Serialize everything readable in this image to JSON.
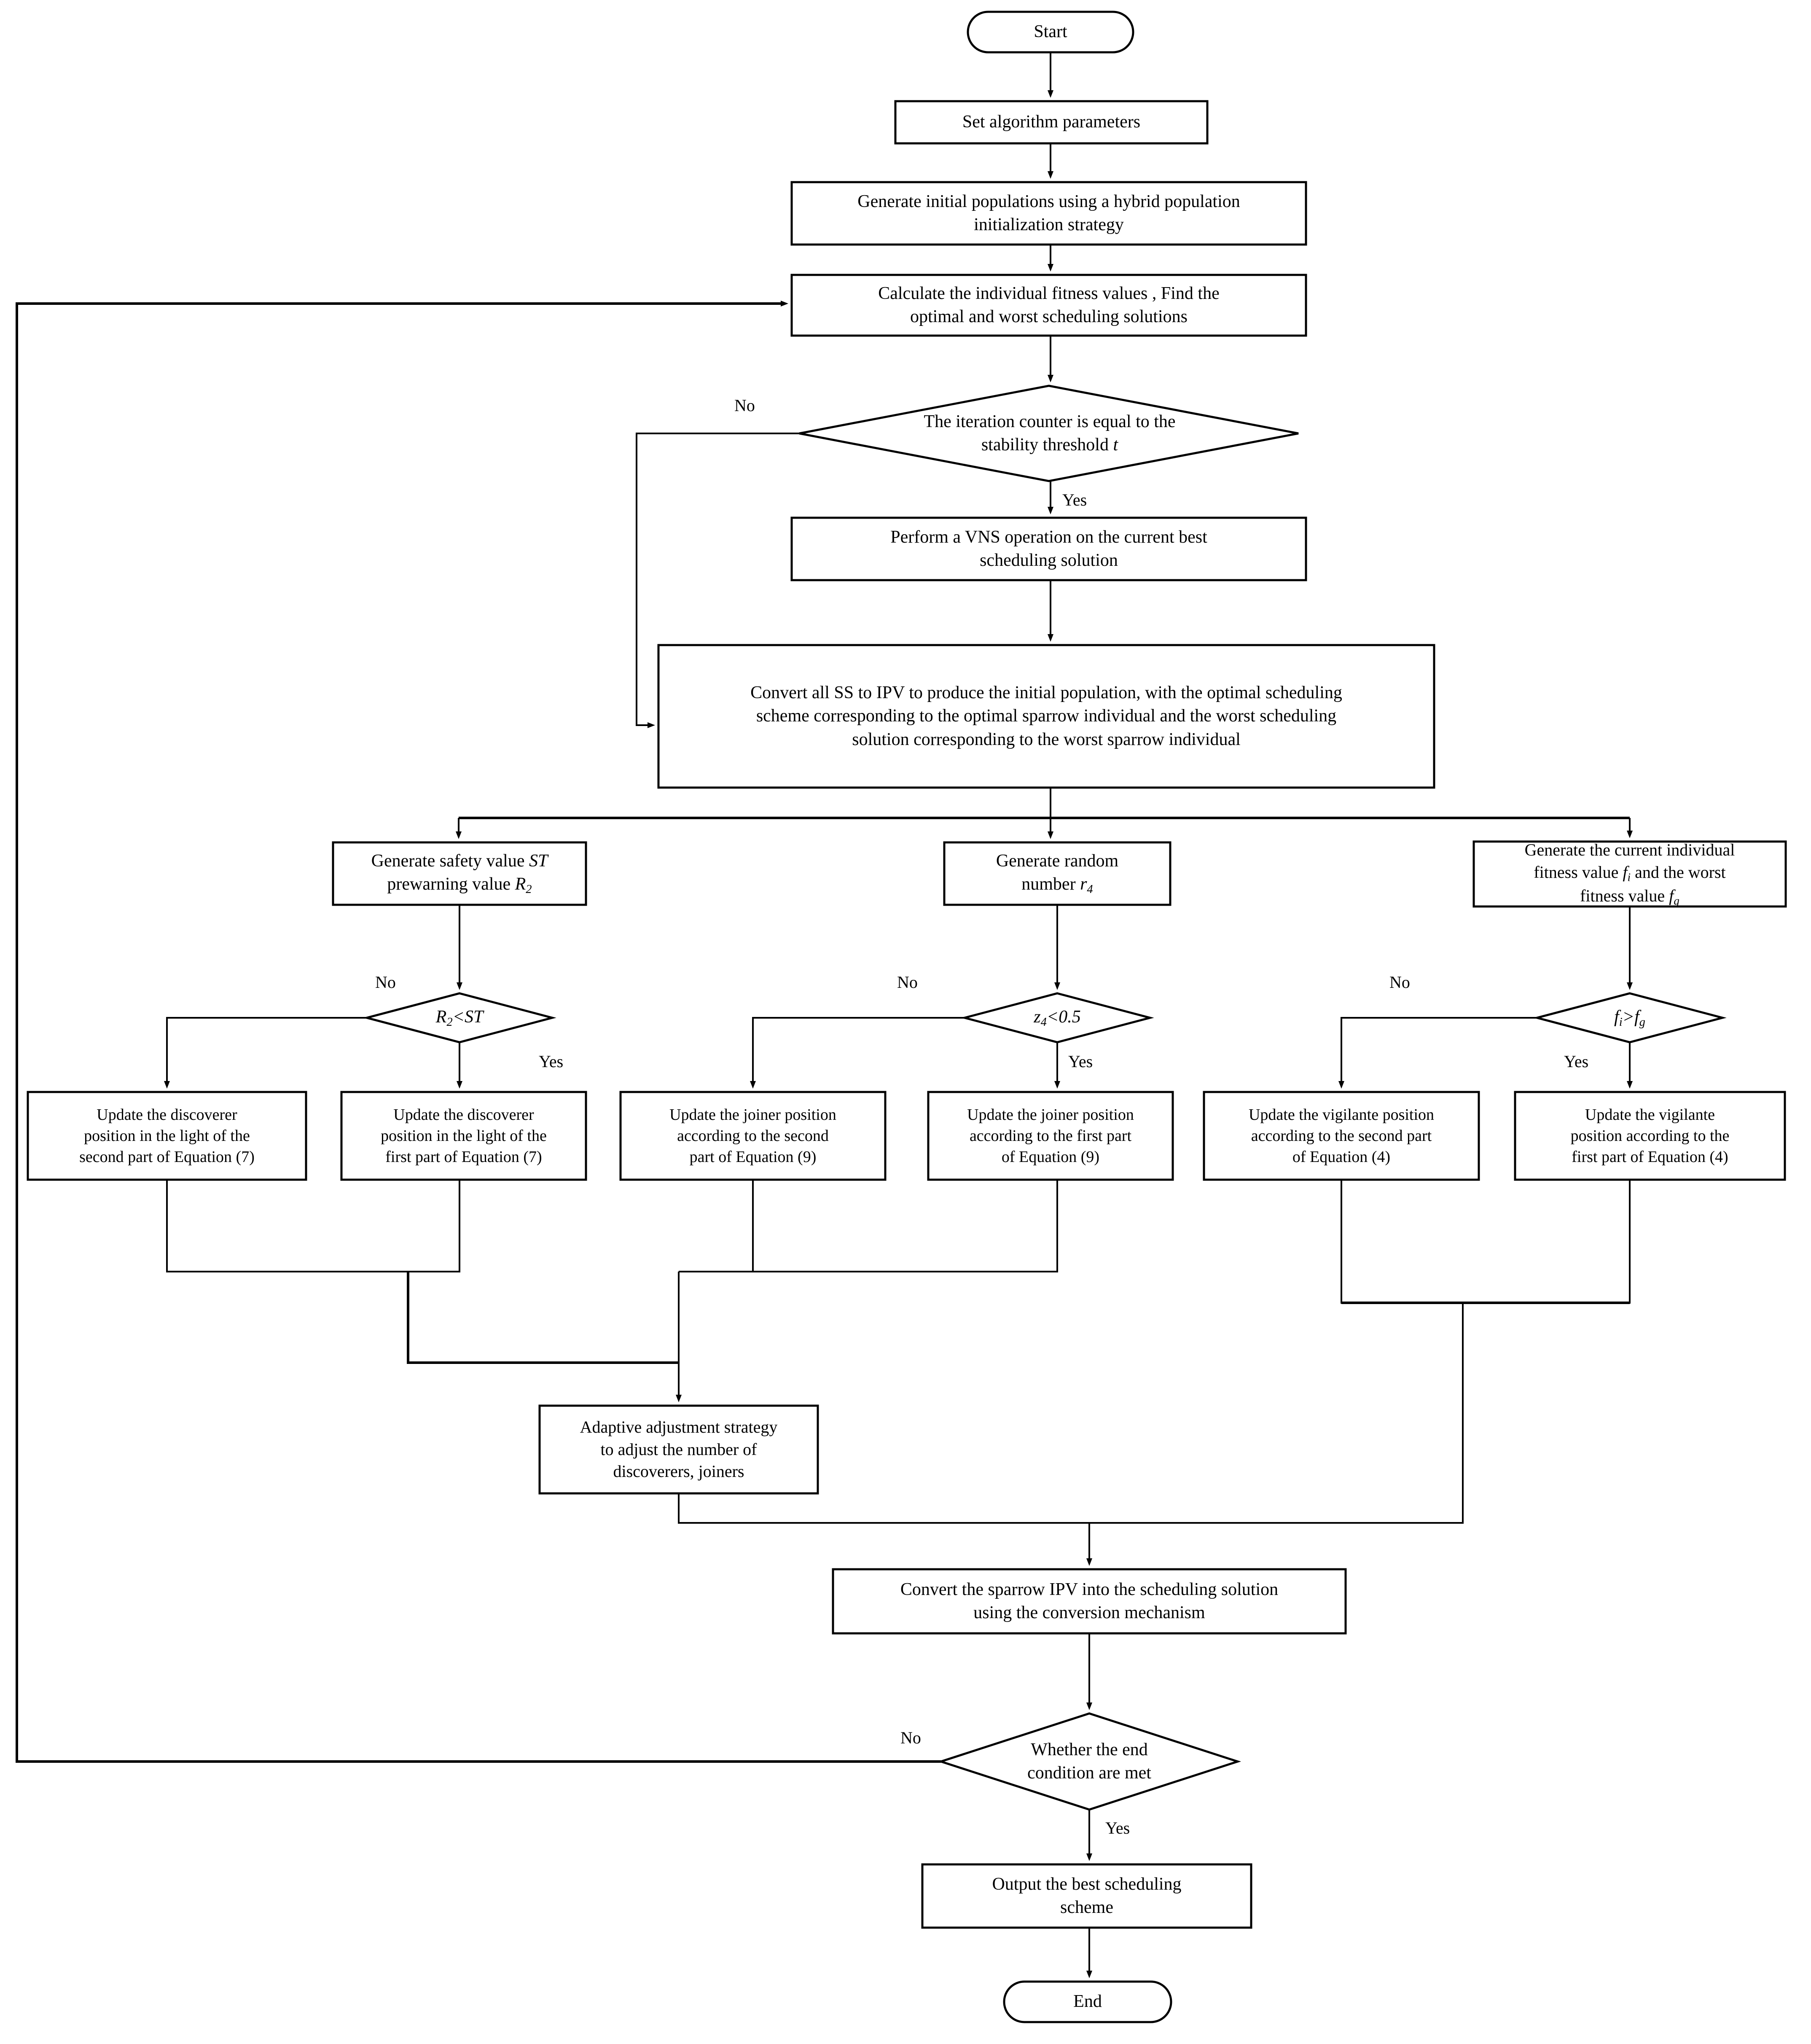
{
  "diagram": {
    "title": "Algorithm flowchart",
    "stroke_color": "#000000",
    "fill_color": "#ffffff",
    "nodes": [
      {
        "id": "start",
        "shape": "terminator",
        "text": "Start"
      },
      {
        "id": "set-params",
        "shape": "process",
        "text": "Set algorithm parameters"
      },
      {
        "id": "gen-init-pop",
        "shape": "process",
        "line1": "Generate initial populations using a hybrid population",
        "line2": "initialization strategy"
      },
      {
        "id": "calc-fitness",
        "shape": "process",
        "line1": "Calculate the individual fitness values , Find the",
        "line2": "optimal and worst scheduling solutions"
      },
      {
        "id": "iter-check",
        "shape": "decision",
        "line1": "The iteration counter is equal to the",
        "line2": "stability threshold t"
      },
      {
        "id": "vns-op",
        "shape": "process",
        "line1": "Perform a VNS operation on the current best",
        "line2": "scheduling solution"
      },
      {
        "id": "convert-ss",
        "shape": "process",
        "line1": "Convert all SS to IPV to produce the initial population, with the optimal scheduling",
        "line2": "scheme corresponding to the optimal sparrow individual and the worst scheduling",
        "line3": "solution corresponding to the worst sparrow individual"
      },
      {
        "id": "gen-safety",
        "shape": "process",
        "line1": "Generate safety value ST",
        "line2": "prewarning value R2"
      },
      {
        "id": "gen-random",
        "shape": "process",
        "line1": "Generate random",
        "line2": "number r4"
      },
      {
        "id": "gen-fitness",
        "shape": "process",
        "line1": "Generate the current individual",
        "line2": "fitness value fi and the worst",
        "line3": "fitness value fg"
      },
      {
        "id": "dec-r2-st",
        "shape": "decision",
        "text": "R2<ST"
      },
      {
        "id": "dec-z4",
        "shape": "decision",
        "text": "z4<0.5"
      },
      {
        "id": "dec-fi-fg",
        "shape": "decision",
        "text": "fi>fg"
      },
      {
        "id": "upd-disc-2",
        "shape": "process",
        "line1": "Update the discoverer",
        "line2": "position in the light of the",
        "line3": "second part of Equation (7)"
      },
      {
        "id": "upd-disc-1",
        "shape": "process",
        "line1": "Update the discoverer",
        "line2": "position in the light of the",
        "line3": "first part of  Equation (7)"
      },
      {
        "id": "upd-join-2",
        "shape": "process",
        "line1": "Update the joiner position",
        "line2": "according to the second",
        "line3": "part of  Equation (9)"
      },
      {
        "id": "upd-join-1",
        "shape": "process",
        "line1": "Update the joiner position",
        "line2": "according to the first part",
        "line3": "of  Equation (9)"
      },
      {
        "id": "upd-vig-2",
        "shape": "process",
        "line1": "Update the vigilante position",
        "line2": "according to the second part",
        "line3": "of  Equation (4)"
      },
      {
        "id": "upd-vig-1",
        "shape": "process",
        "line1": "Update the vigilante",
        "line2": "position according to the",
        "line3": "first part of  Equation (4)"
      },
      {
        "id": "adaptive",
        "shape": "process",
        "line1": "Adaptive adjustment strategy",
        "line2": "to adjust the number of",
        "line3": "discoverers, joiners"
      },
      {
        "id": "convert-ipv",
        "shape": "process",
        "line1": "Convert the sparrow IPV into the scheduling solution",
        "line2": "using the conversion mechanism"
      },
      {
        "id": "end-check",
        "shape": "decision",
        "line1": "Whether the end",
        "line2": "condition are met"
      },
      {
        "id": "output-best",
        "shape": "process",
        "line1": "Output the best scheduling",
        "line2": "scheme"
      },
      {
        "id": "end",
        "shape": "terminator",
        "text": "End"
      }
    ],
    "edge_labels": {
      "iter_no": "No",
      "iter_yes": "Yes",
      "r2_no": "No",
      "r2_yes": "Yes",
      "z4_no": "No",
      "z4_yes": "Yes",
      "fi_no": "No",
      "fi_yes": "Yes",
      "end_no": "No",
      "end_yes": "Yes"
    },
    "symbols": {
      "ST": "ST",
      "R2": "R",
      "R2sub": "2",
      "t": "t",
      "r4": "r",
      "r4sub": "4",
      "z4": "z",
      "z4sub": "4",
      "fi": "f",
      "fisub": "i",
      "fg": "f",
      "fgsub": "g",
      "half": "0.5",
      "lt": "<",
      "gt": ">"
    }
  }
}
